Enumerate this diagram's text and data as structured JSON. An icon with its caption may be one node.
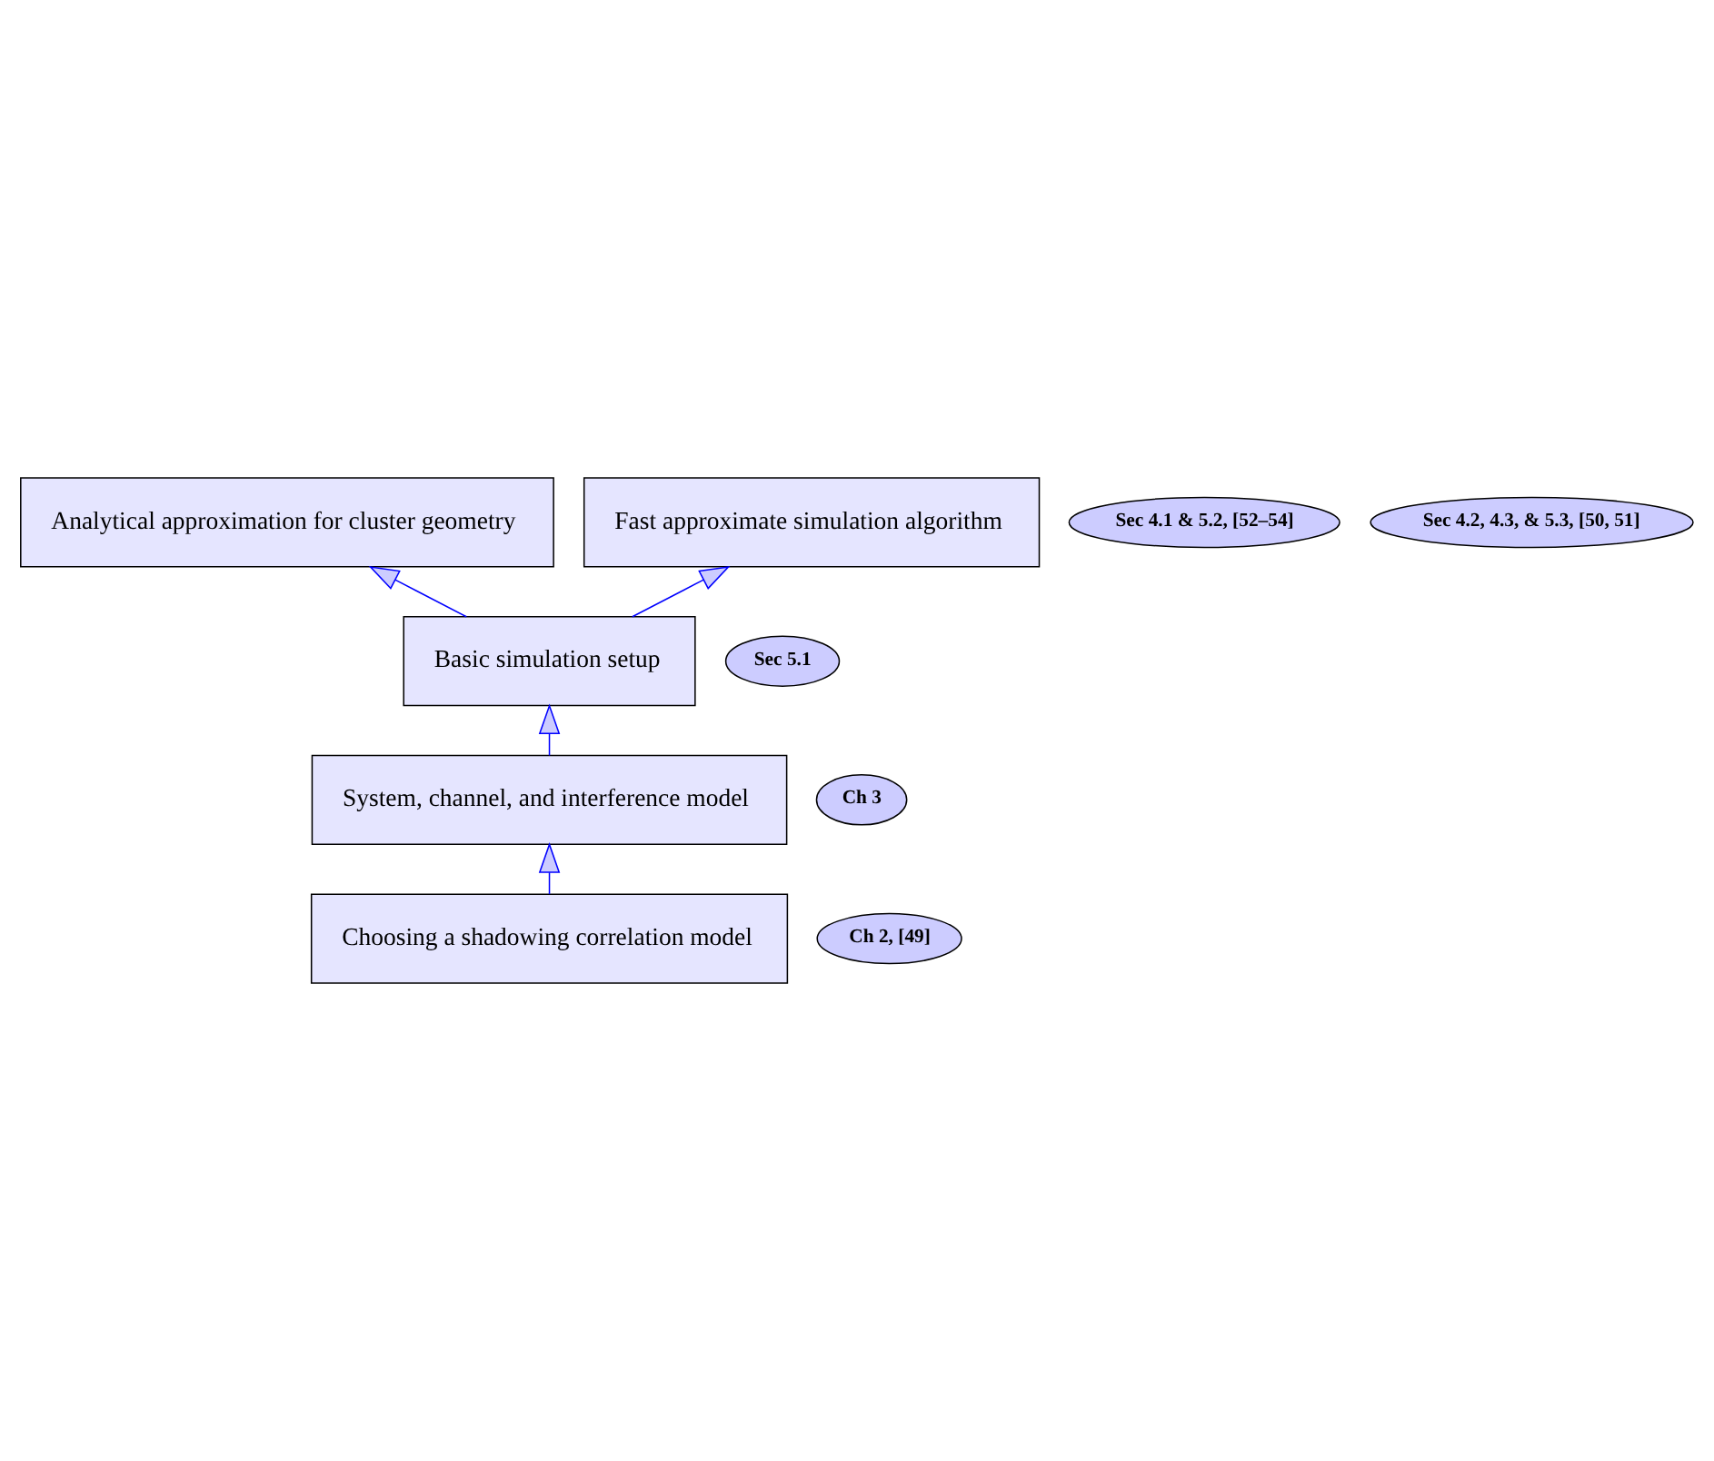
{
  "diagram": {
    "nodes": [
      {
        "text": [
          "Analytical approximation for cluster geometry"
        ]
      },
      {
        "text": [
          "Sec 4.1 & 5.2, [52–54]"
        ]
      },
      {
        "text": [
          "Fast approximate simulation algorithm"
        ]
      },
      {
        "text": [
          "Sec 4.2, 4.3, & 5.3, [50, 51]"
        ]
      },
      {
        "text": [
          "Basic simulation setup"
        ]
      },
      {
        "text": [
          "Sec 5.1"
        ]
      },
      {
        "text": [
          "System, channel, and interference model"
        ]
      },
      {
        "text": [
          "Ch 3"
        ]
      },
      {
        "text": [
          "Choosing a shadowing correlation model"
        ]
      },
      {
        "text": [
          "Ch 2, [49]"
        ]
      }
    ],
    "edges": [
      {
        "from": 8,
        "to": 6,
        "arrow": "to"
      },
      {
        "from": 6,
        "to": 4,
        "arrow": "to"
      },
      {
        "from": 4,
        "to": 0,
        "arrow": "to"
      },
      {
        "from": 4,
        "to": 2,
        "arrow": "to"
      }
    ]
  }
}
